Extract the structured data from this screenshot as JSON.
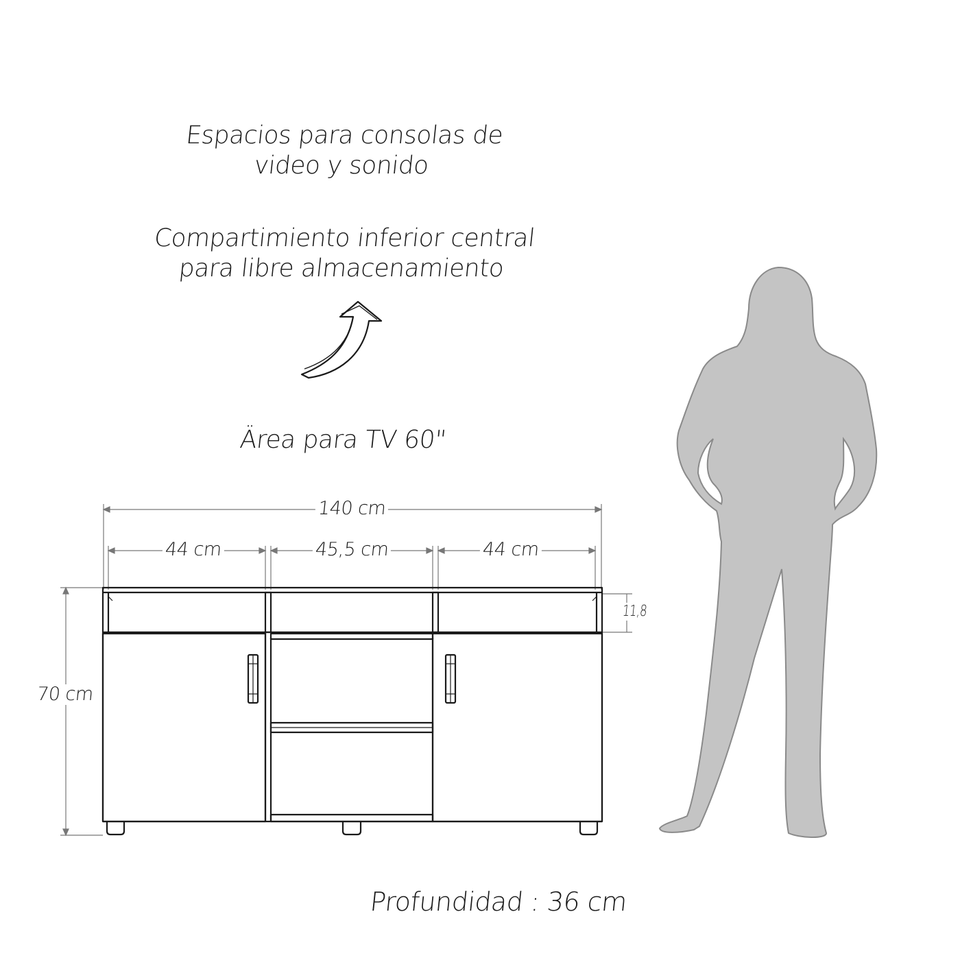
{
  "annotations": {
    "consoles_line1": "Espacios para consolas de",
    "consoles_line2": "video y sonido",
    "compartment_line1": "Compartimiento inferior central",
    "compartment_line2": "para libre almacenamiento",
    "tv_area": "Ärea para TV 60\"",
    "depth": "Profundidad : 36 cm"
  },
  "dimensions": {
    "total_width": "140 cm",
    "left_section": "44 cm",
    "center_section": "45,5 cm",
    "right_section": "44 cm",
    "height": "70 cm",
    "top_shelf_height": "11,8"
  },
  "colors": {
    "line": "#1a1a1a",
    "dimension_line": "#777777",
    "silhouette_fill": "#c4c4c4",
    "silhouette_stroke": "#8a8a8a",
    "background": "#ffffff"
  },
  "icons": {
    "arrow": "curved-arrow-icon",
    "person": "woman-silhouette-icon"
  }
}
